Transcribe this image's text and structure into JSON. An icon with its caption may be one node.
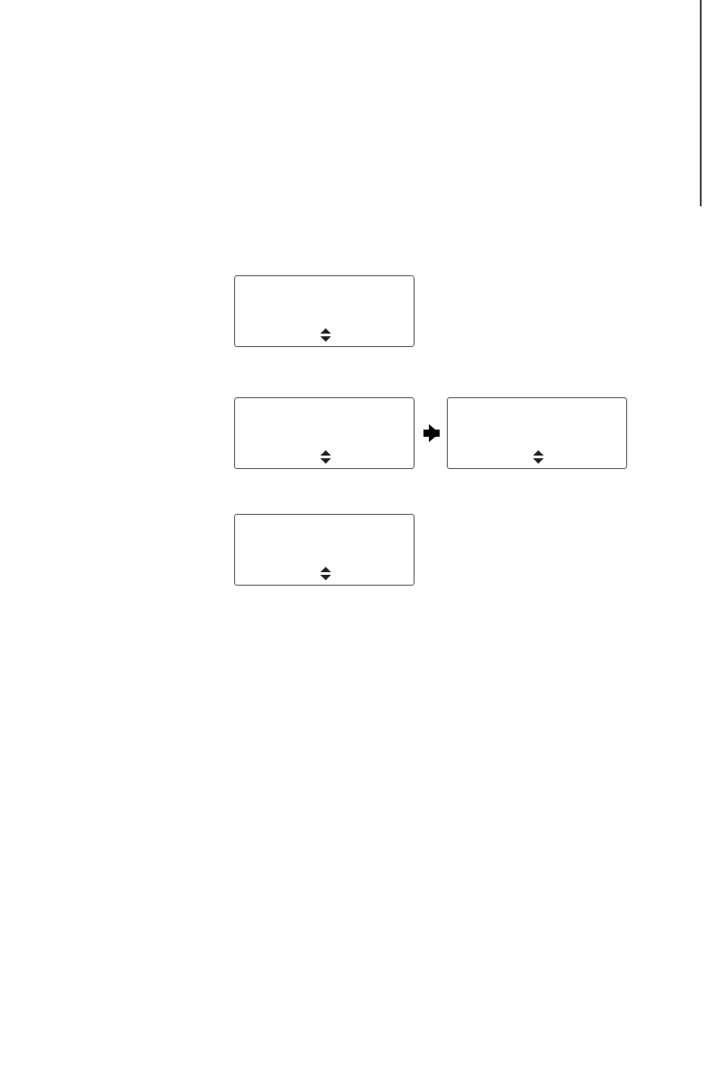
{
  "diagram": {
    "nodes": [
      {
        "text": [],
        "shape": "box"
      },
      {
        "text": [],
        "shape": "box"
      },
      {
        "text": [],
        "shape": "box"
      },
      {
        "text": [],
        "shape": "box"
      }
    ],
    "edges": [
      {
        "from": 1,
        "to": 2,
        "arrow": "to"
      }
    ]
  }
}
